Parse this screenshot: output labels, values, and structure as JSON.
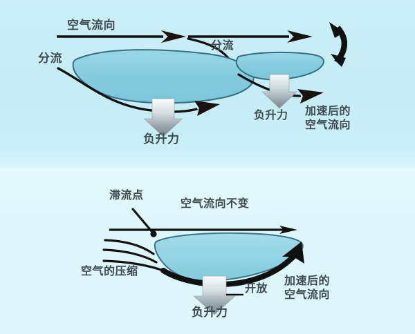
{
  "figure": {
    "type": "aerodynamics-diagram",
    "panel_count": 2,
    "colors": {
      "panel_top_bg": "#c6ecf5",
      "panel_bottom_bg": "#ddf6fb",
      "airfoil_fill": "#84cbdd",
      "airfoil_stroke": "#2f6a7a",
      "ink": "#111111",
      "label_text": "#3b4a52",
      "force_arrow_top": "#f2f6f7",
      "force_arrow_bottom": "#6f7d83"
    }
  },
  "panels": [
    {
      "id": "top-panel",
      "name": "split-flow-panel",
      "labels": {
        "airflow_direction": "空气流向",
        "split_flow_left": "分流",
        "split_flow_right": "分流",
        "negative_lift_main": "负升力",
        "negative_lift_secondary": "负升力",
        "accelerated_airflow_line1": "加速后的",
        "accelerated_airflow_line2": "空气流向"
      },
      "icons": {
        "rotation_arrow": "curved-double-arrow",
        "force_arrow": "downward-gradient-arrow",
        "flow_arrow": "barbed-flow-arrow"
      },
      "element_counts": {
        "airfoils": 2,
        "force_arrows": 2,
        "flow_arrows": 4
      }
    },
    {
      "id": "bottom-panel",
      "name": "stagnation-point-panel",
      "labels": {
        "stagnation_point": "滞流点",
        "airflow_unchanged": "空气流向不变",
        "air_compression": "空气的压缩",
        "open": "开放",
        "negative_lift": "负升力",
        "accelerated_airflow_line1": "加速后的",
        "accelerated_airflow_line2": "空气流向"
      },
      "icons": {
        "leader_dot": "stagnation-dot-icon",
        "force_arrow": "downward-gradient-arrow",
        "flow_arrow": "thick-curved-arrow"
      },
      "element_counts": {
        "airfoils": 1,
        "force_arrows": 1,
        "streamlines": 3
      }
    }
  ]
}
